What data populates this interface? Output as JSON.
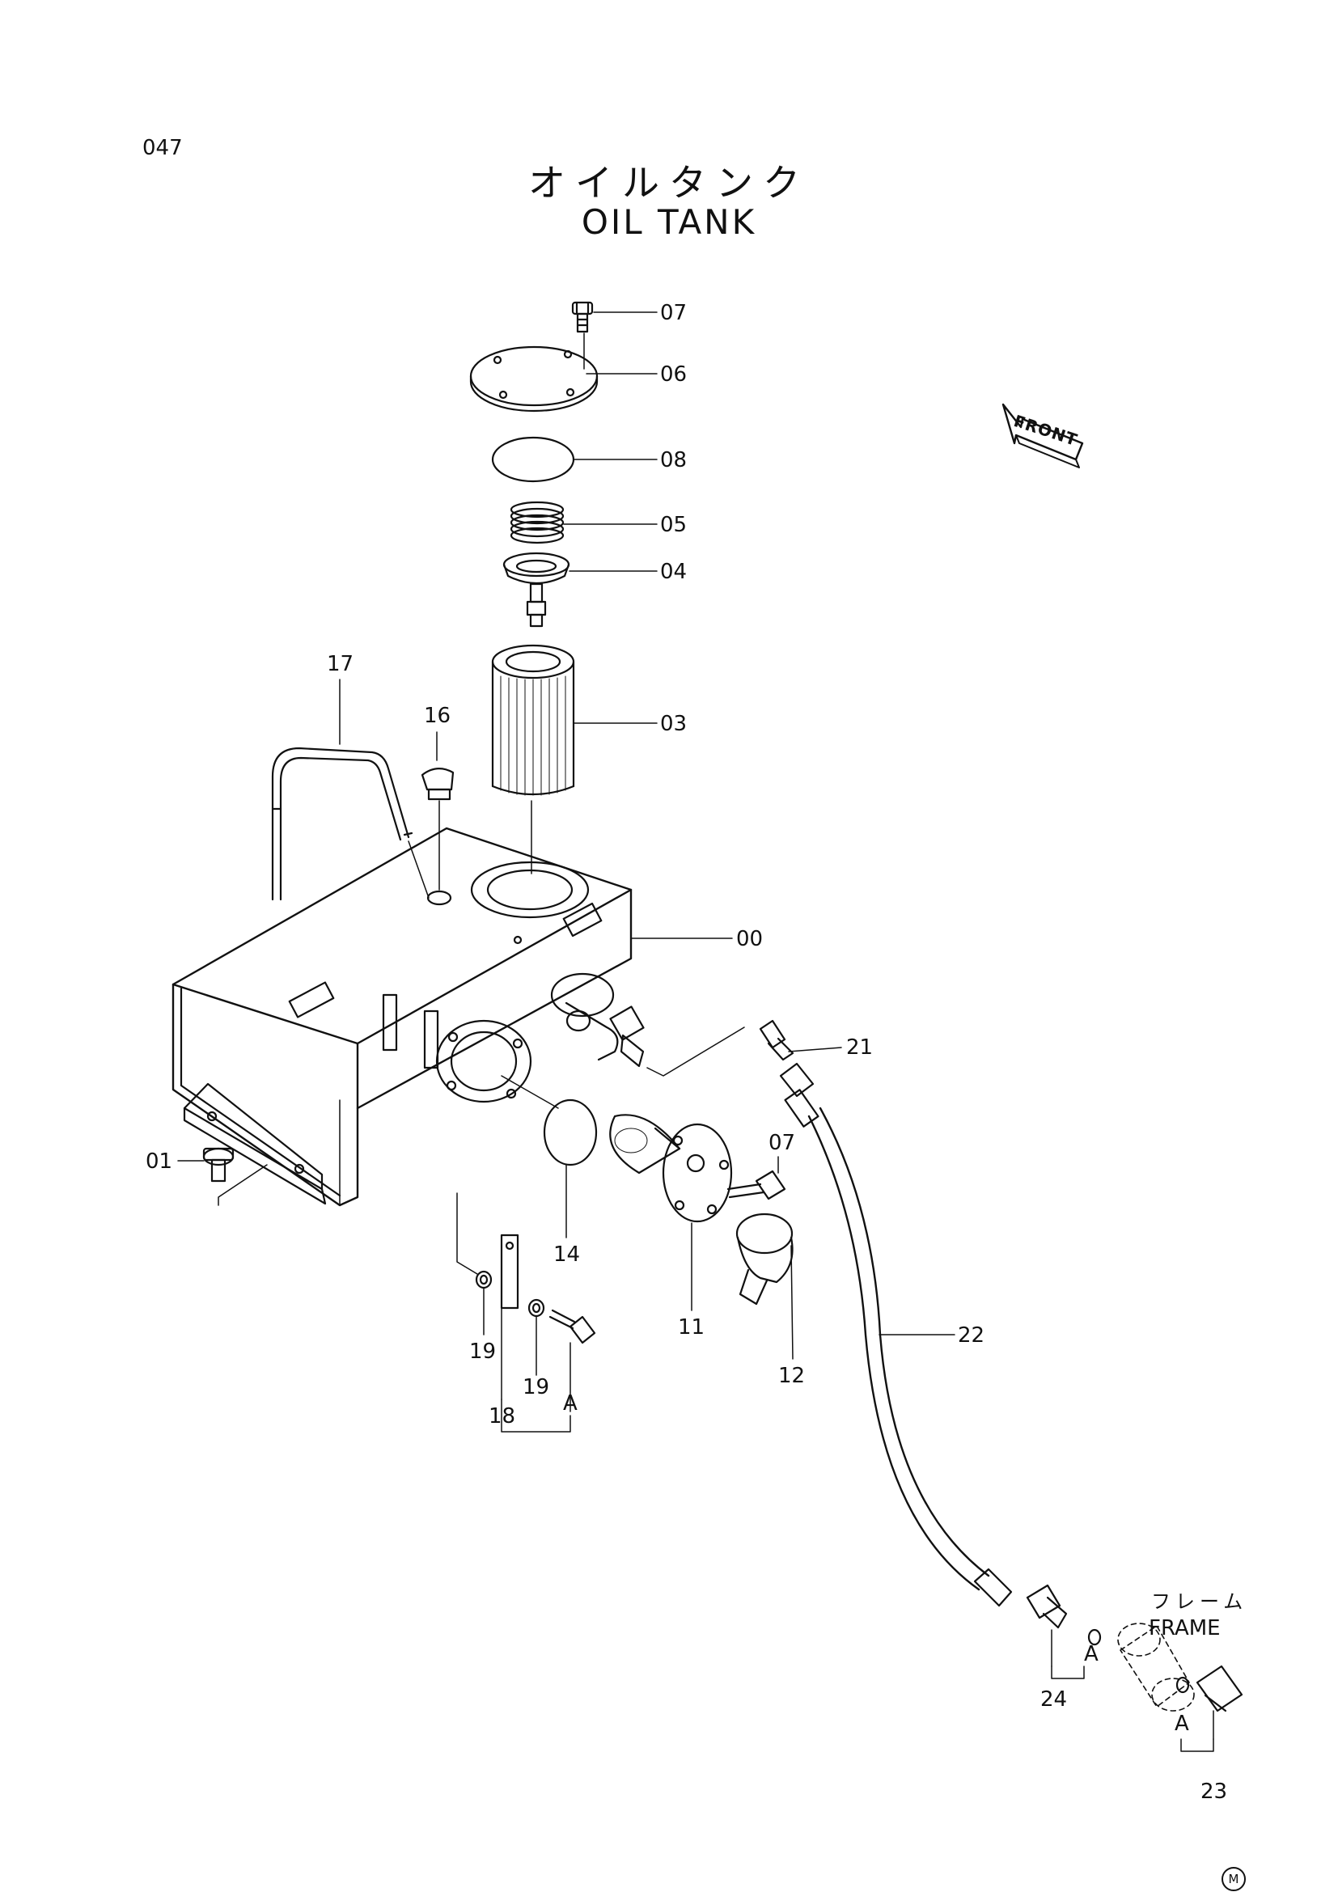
{
  "page_number": "047",
  "title_jp": "オイルタンク",
  "title_en": "OIL TANK",
  "front_label": "FRONT",
  "frame_jp": "フレーム",
  "frame_en": "FRAME",
  "corner_mark": "M",
  "parts": [
    {
      "id": "p07a",
      "label": "07"
    },
    {
      "id": "p06",
      "label": "06"
    },
    {
      "id": "p08",
      "label": "08"
    },
    {
      "id": "p05",
      "label": "05"
    },
    {
      "id": "p04",
      "label": "04"
    },
    {
      "id": "p03",
      "label": "03"
    },
    {
      "id": "p17",
      "label": "17"
    },
    {
      "id": "p16",
      "label": "16"
    },
    {
      "id": "p00",
      "label": "00"
    },
    {
      "id": "p21",
      "label": "21"
    },
    {
      "id": "p01",
      "label": "01"
    },
    {
      "id": "p07b",
      "label": "07"
    },
    {
      "id": "p14",
      "label": "14"
    },
    {
      "id": "p11",
      "label": "11"
    },
    {
      "id": "p12",
      "label": "12"
    },
    {
      "id": "p22",
      "label": "22"
    },
    {
      "id": "p19a",
      "label": "19"
    },
    {
      "id": "p19b",
      "label": "19"
    },
    {
      "id": "p18",
      "label": "18"
    },
    {
      "id": "pA1",
      "label": "A"
    },
    {
      "id": "p24",
      "label": "24"
    },
    {
      "id": "pA2",
      "label": "A"
    },
    {
      "id": "pA3",
      "label": "A"
    },
    {
      "id": "p23",
      "label": "23"
    }
  ]
}
